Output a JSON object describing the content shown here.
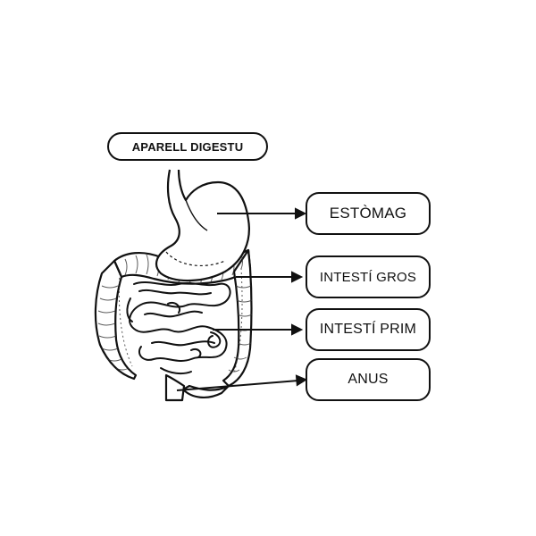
{
  "title": "APARELL DIGESTU",
  "labels": {
    "estomag": "ESTÒMAG",
    "intesti_gros": "INTESTÍ GROS",
    "intesti_prim": "INTESTÍ PRIM",
    "anus": "ANUS"
  },
  "colors": {
    "line": "#111111",
    "background": "#ffffff",
    "organ_fill": "#ffffff"
  }
}
